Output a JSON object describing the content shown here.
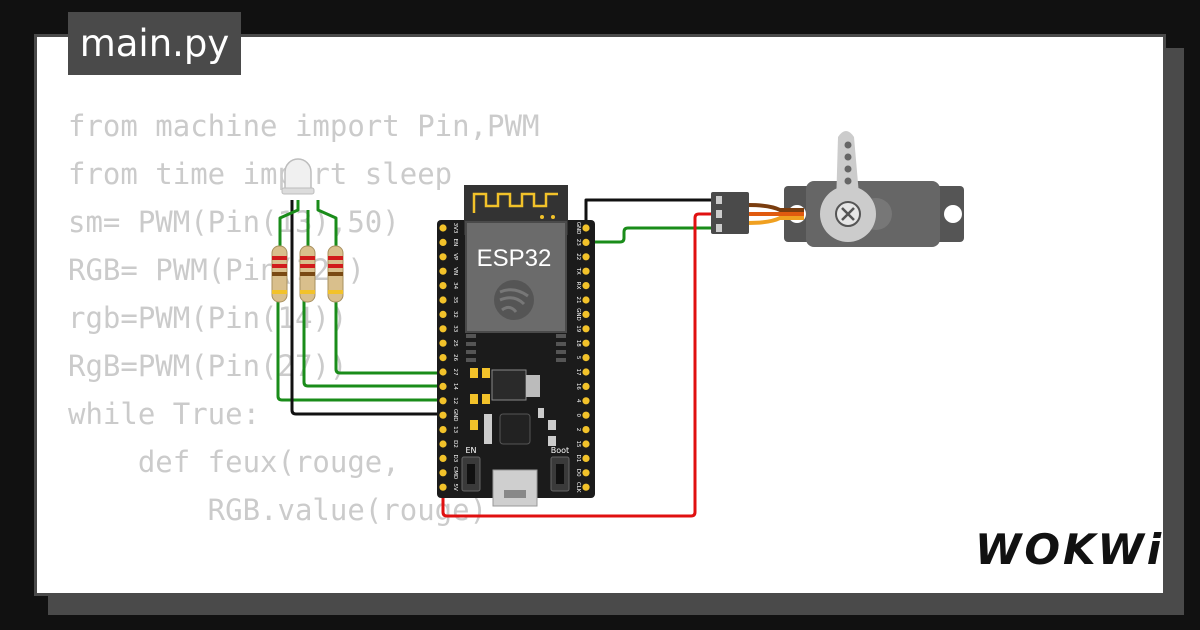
{
  "tab": {
    "filename": "main.py"
  },
  "code": {
    "lines": [
      "from machine import Pin,PWM",
      "from time import sleep",
      "sm= PWM(Pin(13),50)",
      "RGB= PWM(Pin(12))",
      "rgb=PWM(Pin(14))",
      "RgB=PWM(Pin(27))",
      "while True:",
      "    def feux(rouge,",
      "        RGB.value(rouge)"
    ]
  },
  "board": {
    "label": "ESP32",
    "left_pins": [
      "3V3",
      "EN",
      "VP",
      "VN",
      "34",
      "35",
      "32",
      "33",
      "25",
      "26",
      "27",
      "14",
      "12",
      "GND",
      "13",
      "D2",
      "D3",
      "CMD",
      "5V"
    ],
    "right_pins": [
      "GND",
      "23",
      "22",
      "TX",
      "RX",
      "21",
      "GND",
      "19",
      "18",
      "5",
      "17",
      "16",
      "4",
      "0",
      "2",
      "15",
      "D1",
      "D0",
      "CLK"
    ],
    "button_en": "EN",
    "button_boot": "Boot"
  },
  "components": {
    "servo": "servo",
    "rgb_led": "rgb-led",
    "resistors": 3
  },
  "colors": {
    "wire_green": "#1a8c1a",
    "wire_black": "#111111",
    "wire_red": "#e01010",
    "board": "#1b1b1b",
    "pin": "#f2c22a"
  },
  "brand": {
    "logo": "WOKWi"
  }
}
